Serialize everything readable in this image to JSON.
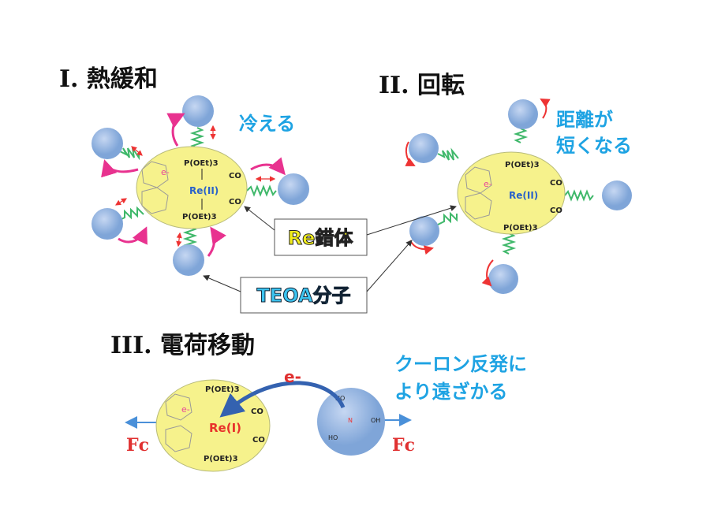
{
  "section1": {
    "title": "I. 熱緩和",
    "note": "冷える",
    "metal": "Re(II)"
  },
  "section2": {
    "title": "II. 回転",
    "note_line1": "距離が",
    "note_line2": "短くなる",
    "metal": "Re(II)"
  },
  "section3": {
    "title": "III. 電荷移動",
    "note_line1": "クーロン反発に",
    "note_line2": "より遠ざかる",
    "metal": "Re(I)",
    "electron": "e-",
    "force": "Fc",
    "teoa_labels": [
      "HO",
      "OH",
      "HO",
      "N"
    ]
  },
  "ligands": {
    "top": "P(OEt)3",
    "bottom": "P(OEt)3",
    "co": "CO",
    "electron": "e-"
  },
  "callouts": {
    "complex": "Re錯体",
    "teoa": "TEOA分子"
  },
  "colors": {
    "accent_blue": "#1ea3e3",
    "complex_fill": "#f6f28c",
    "teoa_fill": "#8fb2e0",
    "spring": "#3fb86a",
    "twist_arrow": "#e8328f",
    "metal_red": "#e8322b"
  }
}
